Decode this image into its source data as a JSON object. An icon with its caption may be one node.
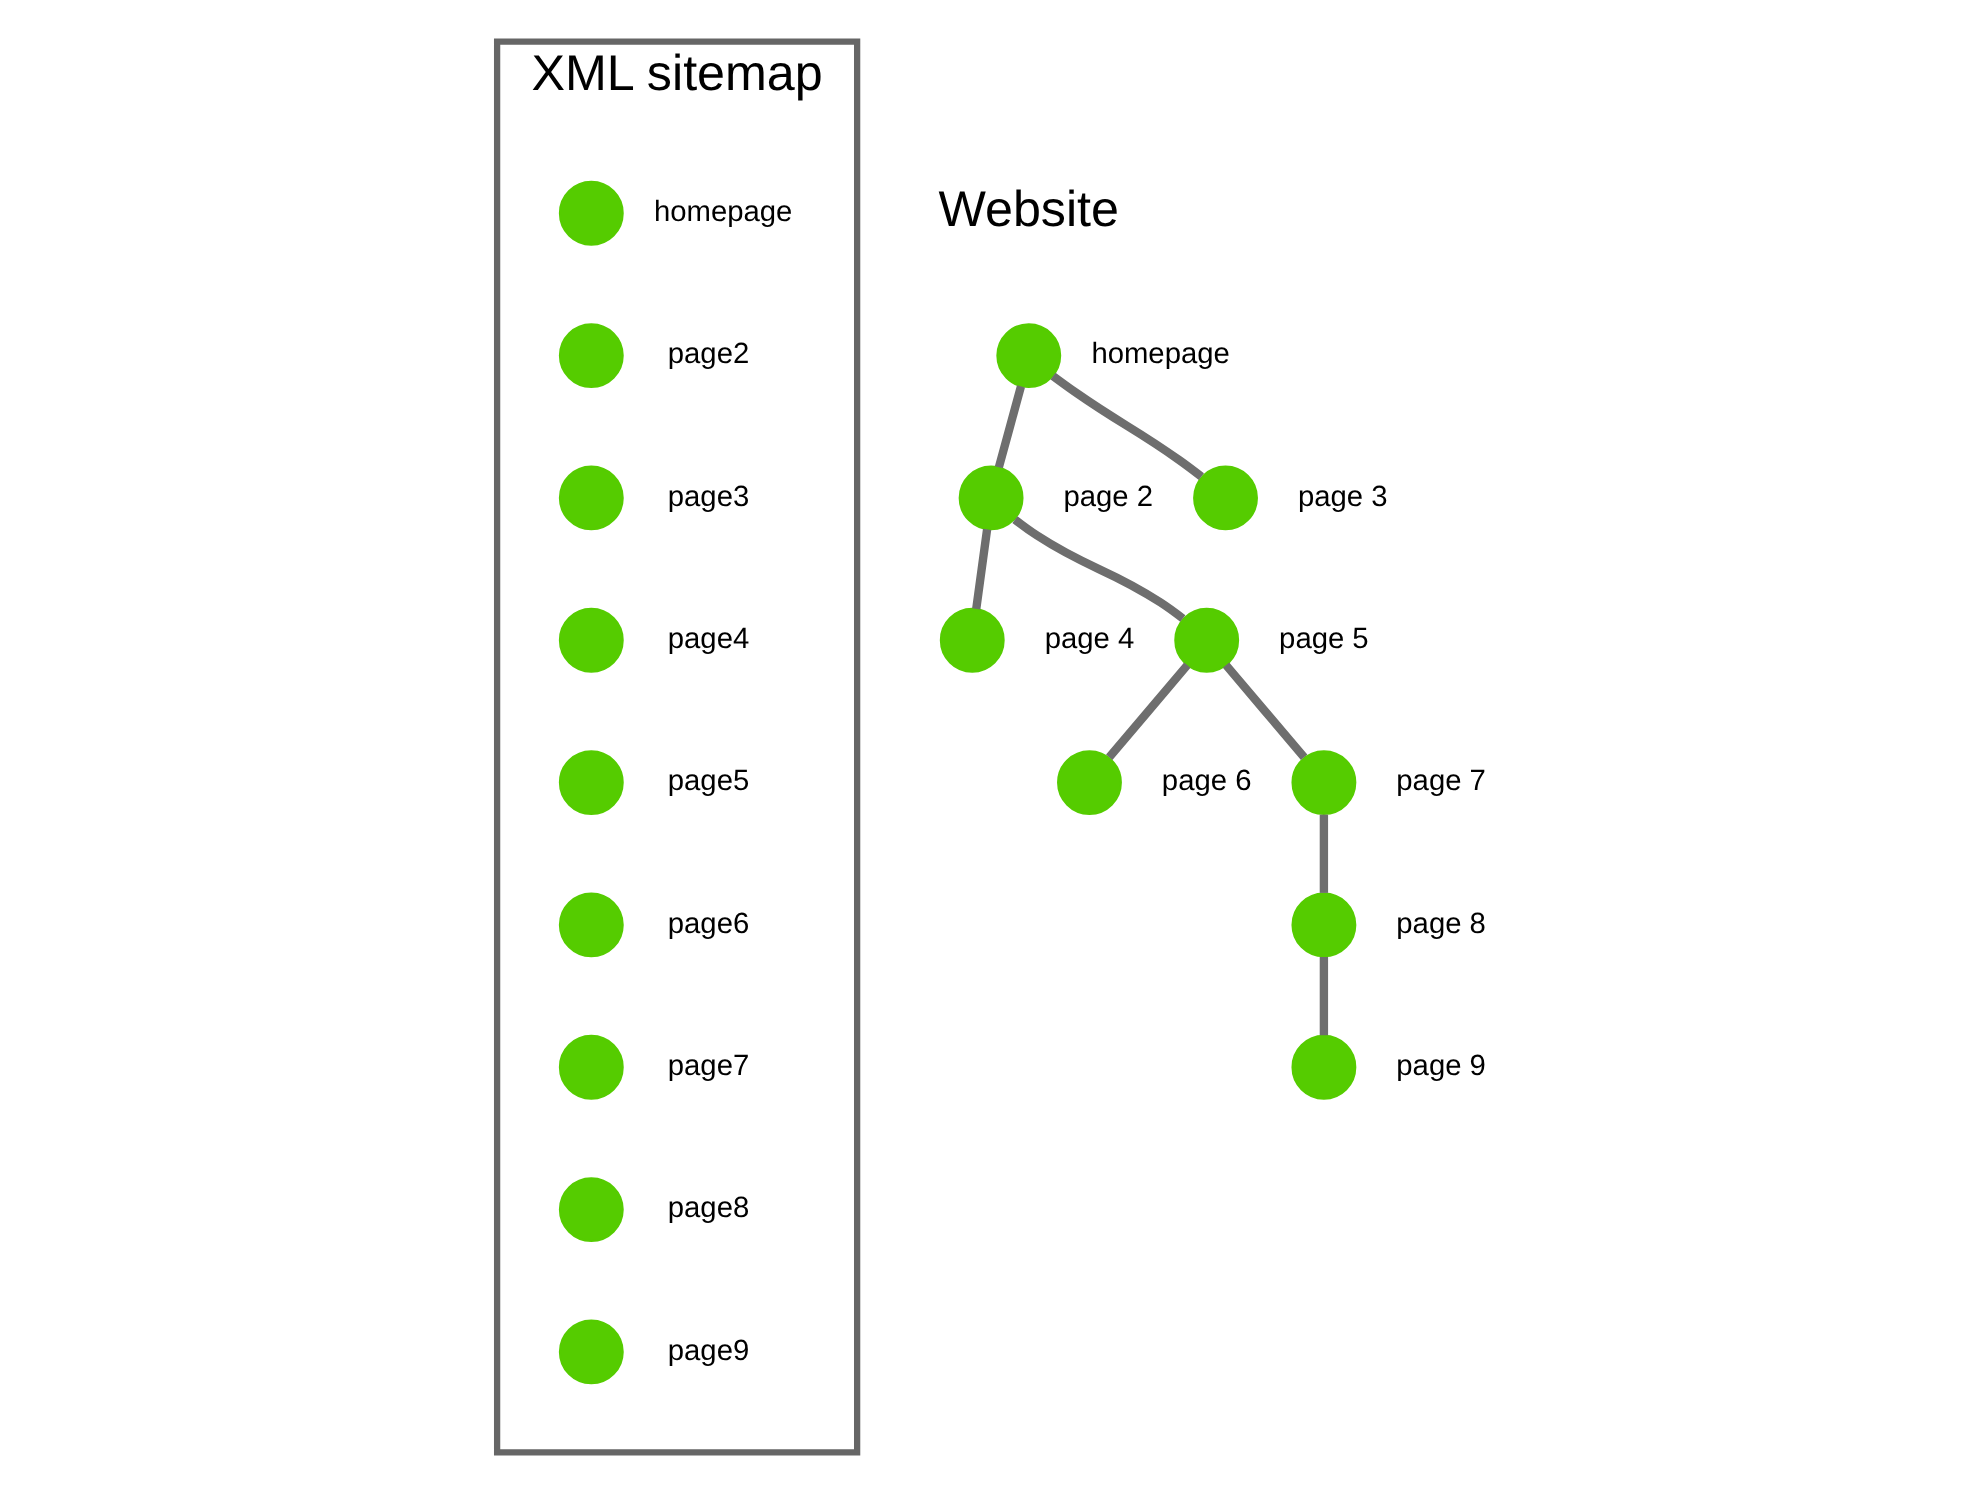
{
  "diagram": {
    "nodes": [
      {
        "text": [
          "XML sitemap"
        ]
      },
      {
        "text": [],
        "shape": "circle",
        "in": 0,
        "beside": [
          "homepage"
        ]
      },
      {
        "text": [],
        "shape": "circle",
        "in": 0,
        "beside": [
          "page2"
        ]
      },
      {
        "text": [],
        "shape": "circle",
        "in": 0,
        "beside": [
          "page3"
        ]
      },
      {
        "text": [],
        "shape": "circle",
        "in": 0,
        "beside": [
          "page4"
        ]
      },
      {
        "text": [],
        "shape": "circle",
        "in": 0,
        "beside": [
          "page5"
        ]
      },
      {
        "text": [],
        "shape": "circle",
        "in": 0,
        "beside": [
          "page6"
        ]
      },
      {
        "text": [],
        "shape": "circle",
        "in": 0,
        "beside": [
          "page7"
        ]
      },
      {
        "text": [],
        "shape": "circle",
        "in": 0,
        "beside": [
          "page8"
        ]
      },
      {
        "text": [],
        "shape": "circle",
        "in": 0,
        "beside": [
          "page9"
        ]
      },
      {
        "text": [],
        "shape": "circle",
        "beside": [
          "homepage"
        ]
      },
      {
        "text": [],
        "shape": "circle",
        "beside": [
          "page 2"
        ]
      },
      {
        "text": [],
        "shape": "circle",
        "beside": [
          "page 3"
        ]
      },
      {
        "text": [],
        "shape": "circle",
        "beside": [
          "page 4"
        ]
      },
      {
        "text": [],
        "shape": "circle",
        "beside": [
          "page 5"
        ]
      },
      {
        "text": [],
        "shape": "circle",
        "beside": [
          "page 6"
        ]
      },
      {
        "text": [],
        "shape": "circle",
        "beside": [
          "page 7"
        ]
      },
      {
        "text": [],
        "shape": "circle",
        "beside": [
          "page 8"
        ]
      },
      {
        "text": [],
        "shape": "circle",
        "beside": [
          "page 9"
        ]
      }
    ],
    "edges": [
      {
        "from": 10,
        "to": 11,
        "arrow": "none"
      },
      {
        "from": 10,
        "to": 12,
        "arrow": "none"
      },
      {
        "from": 11,
        "to": 13,
        "arrow": "none"
      },
      {
        "from": 11,
        "to": 14,
        "arrow": "none"
      },
      {
        "from": 14,
        "to": 15,
        "arrow": "none"
      },
      {
        "from": 14,
        "to": 16,
        "arrow": "none"
      },
      {
        "from": 16,
        "to": 17,
        "arrow": "none"
      },
      {
        "from": 17,
        "to": 18,
        "arrow": "none"
      }
    ],
    "labels": [
      "Website"
    ]
  }
}
